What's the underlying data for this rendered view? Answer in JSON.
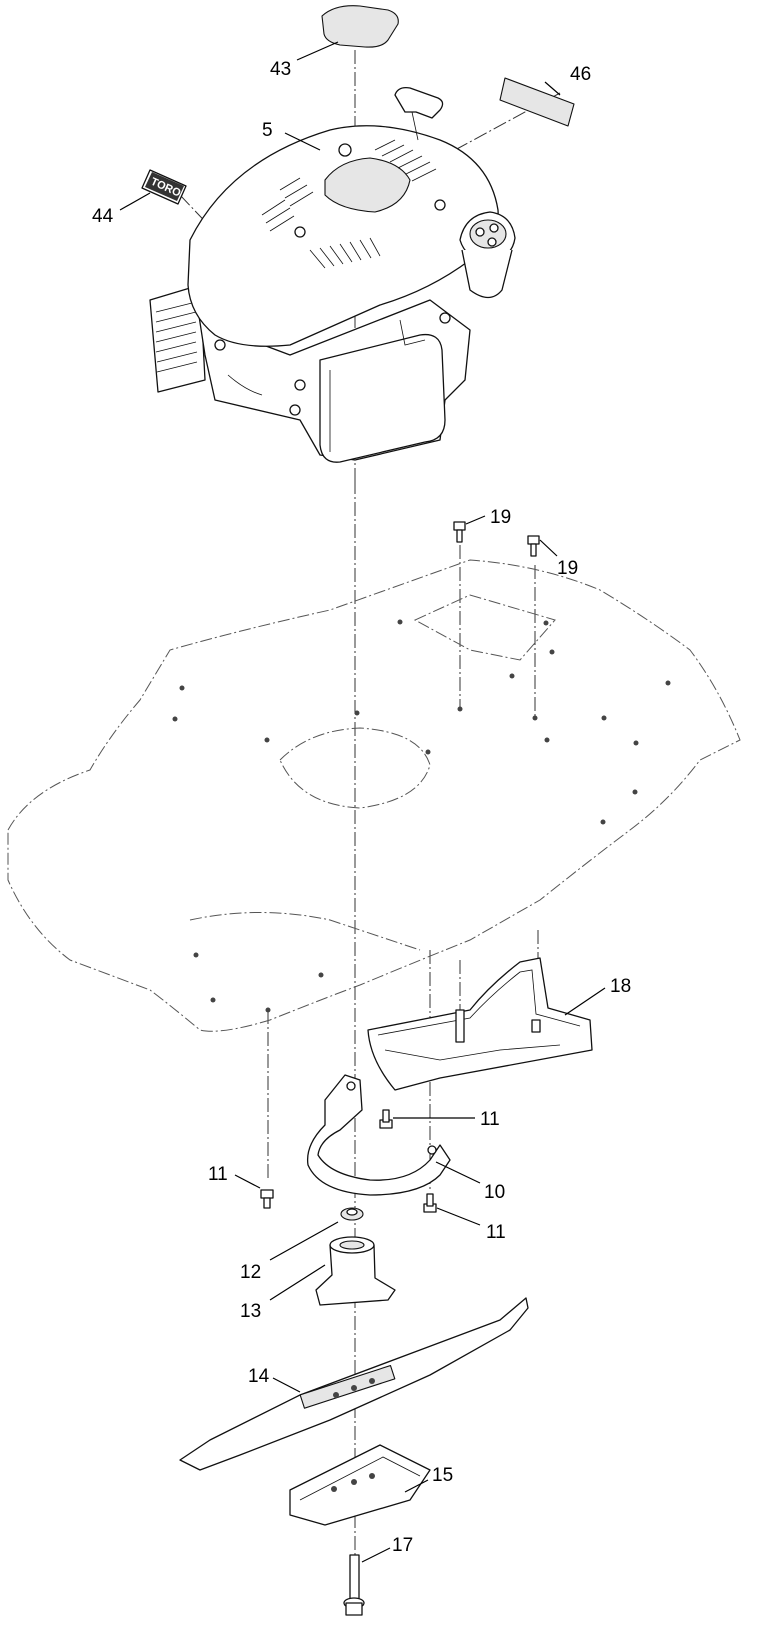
{
  "callouts": {
    "c43": "43",
    "c46": "46",
    "c5": "5",
    "c44": "44",
    "c19a": "19",
    "c19b": "19",
    "c18": "18",
    "c11a": "11",
    "c10": "10",
    "c11b": "11",
    "c11c": "11",
    "c12": "12",
    "c13": "13",
    "c14": "14",
    "c15": "15",
    "c17": "17"
  },
  "decal_logo_text": "TORO",
  "colors": {
    "line": "#111111",
    "deck_outline": "#555555",
    "background": "#ffffff"
  }
}
